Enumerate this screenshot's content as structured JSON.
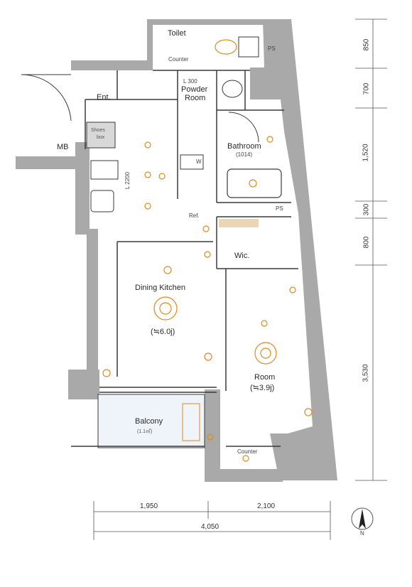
{
  "rooms": {
    "toilet": "Toilet",
    "counter_top": "Counter",
    "ps_top": "PS",
    "powder_room": [
      "Powder",
      "Room"
    ],
    "ent": "Ent.",
    "shoes_box": [
      "Shoes",
      "box"
    ],
    "mb": "MB",
    "bathroom": "Bathroom",
    "bathroom_size": "(1014)",
    "w": "W",
    "ref": "Ref.",
    "ps_mid": "PS",
    "wic": "Wic.",
    "dining_kitchen": "Dining Kitchen",
    "dining_kitchen_size": "(≒6.0j)",
    "room": "Room",
    "room_size": "(≒3.9j)",
    "balcony": "Balcony",
    "balcony_size": "(1.1㎡)",
    "counter_bottom": "Counter",
    "ceiling_top": "L 300",
    "ceiling_dk": "L 2200"
  },
  "dimensions": {
    "right": [
      "850",
      "700",
      "1,520",
      "300",
      "800",
      "3,530"
    ],
    "bottom": [
      "1,950",
      "2,100"
    ],
    "total": "4,050"
  },
  "compass": "N",
  "colors": {
    "wall": "#a9a9a9",
    "wall_dark": "#8c8c8c",
    "line": "#3a3a3a",
    "fixture": "#e08a1e",
    "balcony_fill": "#eef4fa"
  }
}
